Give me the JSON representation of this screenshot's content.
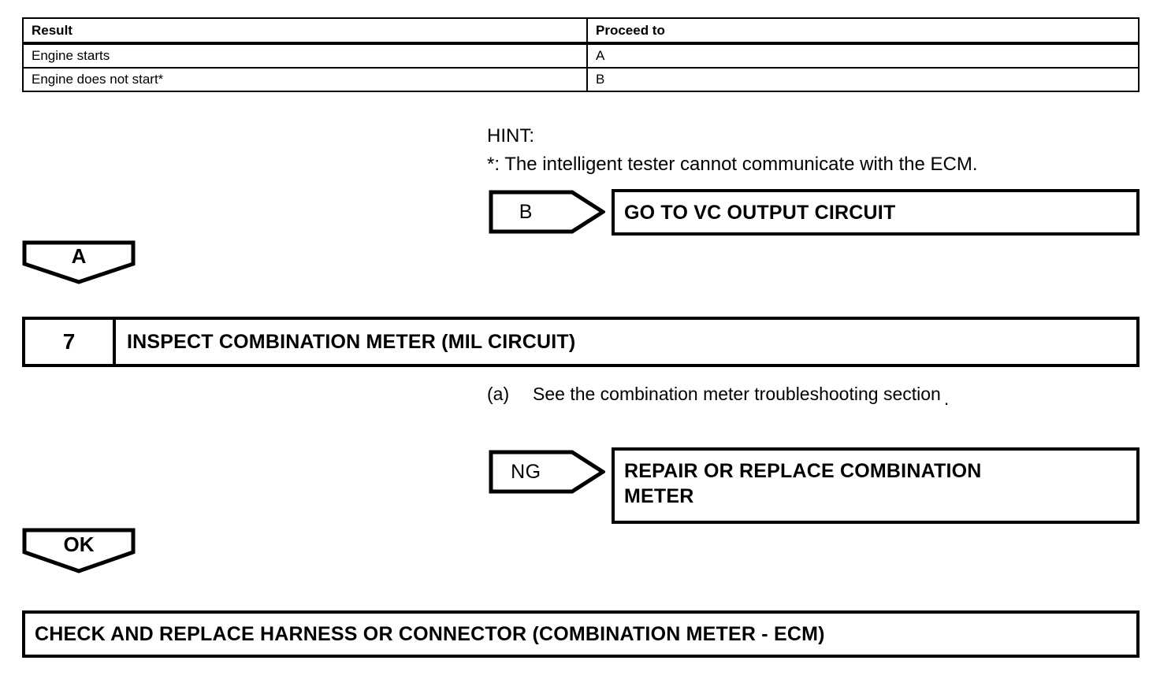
{
  "results_table": {
    "headers": [
      "Result",
      "Proceed to"
    ],
    "rows": [
      {
        "result": "Engine starts",
        "proceed_to": "A"
      },
      {
        "result": "Engine does not start*",
        "proceed_to": "B"
      }
    ]
  },
  "hint": {
    "title": "HINT:",
    "note": "*: The intelligent tester cannot communicate with the ECM."
  },
  "branch_b": {
    "tag": "B",
    "action": "GO TO VC OUTPUT CIRCUIT"
  },
  "connector_a": {
    "tag": "A"
  },
  "step": {
    "number": "7",
    "title": "INSPECT COMBINATION METER (MIL CIRCUIT)",
    "procedure_letter": "(a)",
    "procedure_text": "See the combination meter troubleshooting section",
    "procedure_trailing": "."
  },
  "branch_ng": {
    "tag": "NG",
    "action_line1": "REPAIR OR REPLACE COMBINATION",
    "action_line2": "METER"
  },
  "connector_ok": {
    "tag": "OK"
  },
  "final_action": {
    "text": "CHECK AND REPLACE HARNESS OR CONNECTOR (COMBINATION METER - ECM)"
  },
  "colors": {
    "line": "#000000",
    "background": "#ffffff"
  }
}
